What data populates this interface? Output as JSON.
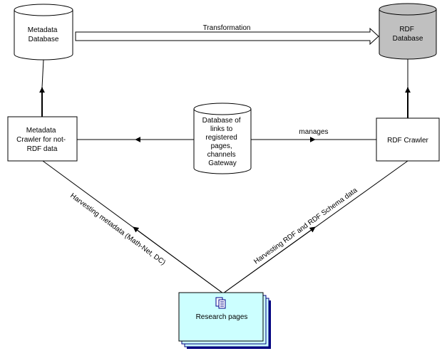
{
  "nodes": {
    "metadata_db": {
      "lines": [
        "Metadata",
        "Database"
      ],
      "shape": "cylinder",
      "fill": "#ffffff"
    },
    "rdf_db": {
      "lines": [
        "RDF",
        "Database"
      ],
      "shape": "cylinder",
      "fill": "#c0c0c0"
    },
    "links_db": {
      "lines": [
        "Database of",
        "links to",
        "registered",
        "pages,",
        "channels",
        "Gateway"
      ],
      "shape": "cylinder",
      "fill": "#ffffff"
    },
    "metadata_crawler": {
      "lines": [
        "Metadata",
        "Crawler for not-",
        "RDF data"
      ],
      "shape": "box",
      "fill": "#ffffff"
    },
    "rdf_crawler": {
      "lines": [
        "RDF Crawler"
      ],
      "shape": "box",
      "fill": "#ffffff"
    },
    "research_pages": {
      "lines": [
        "Research pages"
      ],
      "shape": "stacked-pages",
      "fill": "#ccffff",
      "shadow": "#000080",
      "icon": "document-icon"
    }
  },
  "edges": {
    "transformation": "Transformation",
    "manages": "manages",
    "harvest_metadata": "Harvesting metadata (Math-Net, DC)",
    "harvest_rdf": "Harvesting RDF and RDF Schema data"
  }
}
